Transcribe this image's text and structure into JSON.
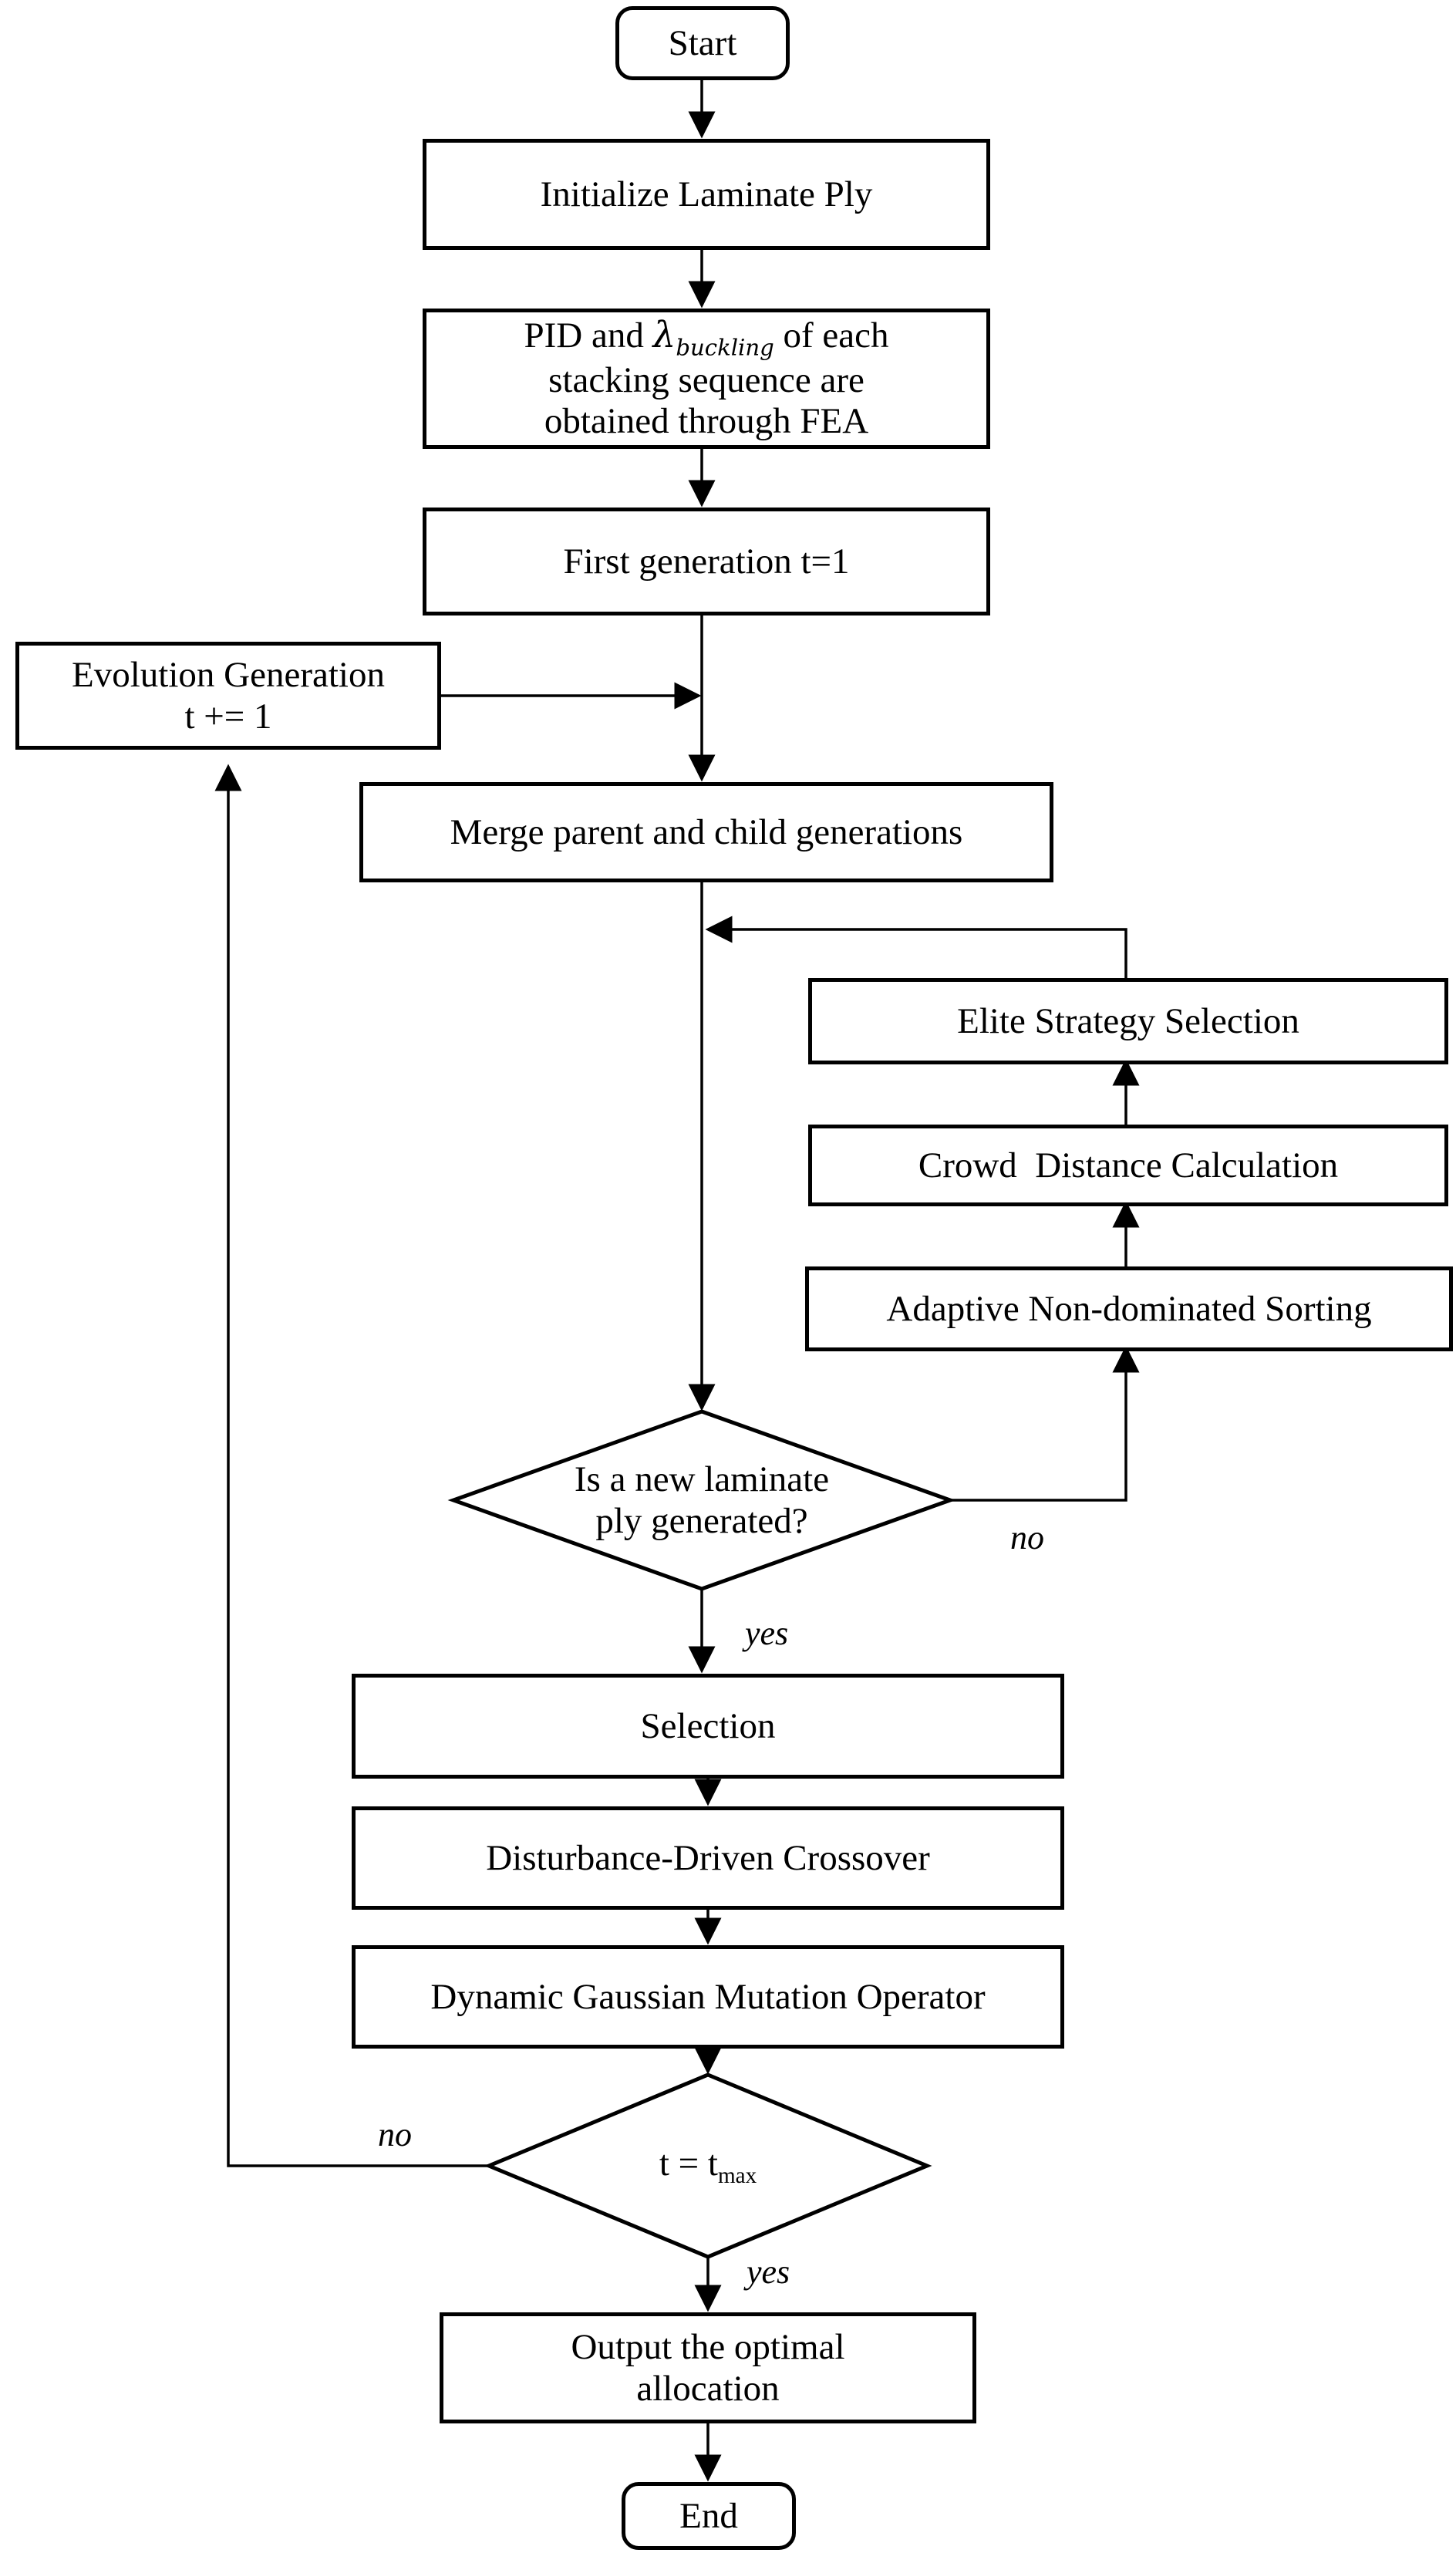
{
  "flowchart": {
    "start": "Start",
    "init": "Initialize Laminate Ply",
    "fea": {
      "line1_prefix": "PID and ",
      "lambda": "λ",
      "lambda_sub": "buckling",
      "line1_suffix": " of each",
      "line2": "stacking sequence are",
      "line3": "obtained through FEA"
    },
    "first_gen": "First generation t=1",
    "evolution": {
      "line1": "Evolution Generation",
      "line2": "t += 1"
    },
    "merge": "Merge parent and child generations",
    "elite": "Elite Strategy Selection",
    "crowd": "Crowd  Distance Calculation",
    "sorting": "Adaptive Non-dominated Sorting",
    "decision1": {
      "line1": "Is a new laminate",
      "line2": "ply generated?"
    },
    "selection": "Selection",
    "crossover": "Disturbance-Driven Crossover",
    "mutation": "Dynamic Gaussian Mutation Operator",
    "decision2": {
      "prefix": "t = t",
      "sub": "max"
    },
    "output": {
      "line1": "Output the optimal",
      "line2": "allocation"
    },
    "end": "End",
    "labels": {
      "no1": "no",
      "yes1": "yes",
      "no2": "no",
      "yes2": "yes"
    }
  }
}
